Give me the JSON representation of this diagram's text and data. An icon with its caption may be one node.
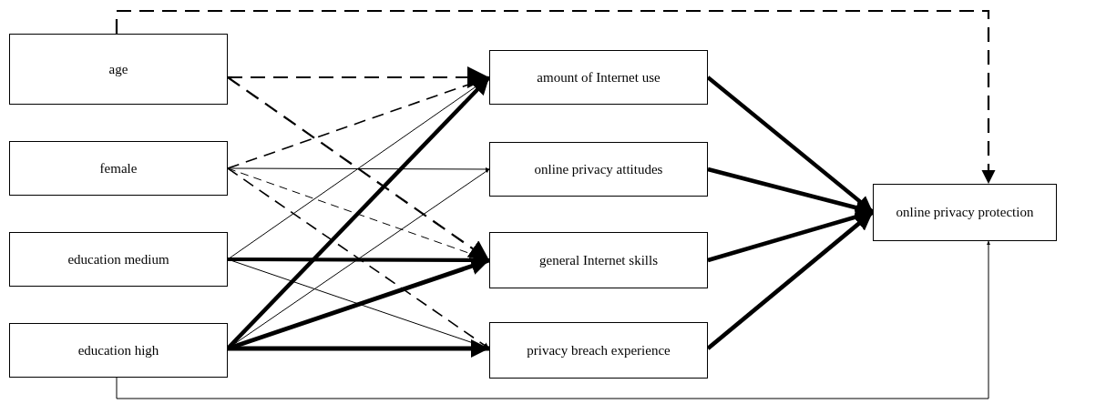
{
  "diagram": {
    "nodes": [
      {
        "text": [
          "age"
        ]
      },
      {
        "text": [
          "female"
        ]
      },
      {
        "text": [
          "education medium"
        ]
      },
      {
        "text": [
          "education high"
        ]
      },
      {
        "text": [
          "amount of Internet use"
        ]
      },
      {
        "text": [
          "online privacy attitudes"
        ]
      },
      {
        "text": [
          "general Internet skills"
        ]
      },
      {
        "text": [
          "privacy breach experience"
        ]
      },
      {
        "text": [
          "online privacy protection"
        ]
      }
    ],
    "edges": [
      {
        "from": 0,
        "to": 4,
        "arrow": "to",
        "style": "dashed"
      },
      {
        "from": 0,
        "to": 6,
        "arrow": "to",
        "style": "dashed"
      },
      {
        "from": 0,
        "to": 8,
        "arrow": "to",
        "style": "dashed"
      },
      {
        "from": 1,
        "to": 4,
        "arrow": "to",
        "style": "dashed"
      },
      {
        "from": 1,
        "to": 5,
        "arrow": "to"
      },
      {
        "from": 1,
        "to": 6,
        "arrow": "to",
        "style": "dashed"
      },
      {
        "from": 1,
        "to": 7,
        "arrow": "to",
        "style": "dashed"
      },
      {
        "from": 2,
        "to": 4,
        "arrow": "to"
      },
      {
        "from": 2,
        "to": 6,
        "arrow": "to",
        "style": "thick"
      },
      {
        "from": 2,
        "to": 7,
        "arrow": "to"
      },
      {
        "from": 3,
        "to": 4,
        "arrow": "to",
        "style": "thick"
      },
      {
        "from": 3,
        "to": 5,
        "arrow": "to"
      },
      {
        "from": 3,
        "to": 6,
        "arrow": "to",
        "style": "thick"
      },
      {
        "from": 3,
        "to": 7,
        "arrow": "to",
        "style": "thick"
      },
      {
        "from": 3,
        "to": 8,
        "arrow": "to"
      },
      {
        "from": 4,
        "to": 8,
        "arrow": "to",
        "style": "thick"
      },
      {
        "from": 5,
        "to": 8,
        "arrow": "to",
        "style": "thick"
      },
      {
        "from": 6,
        "to": 8,
        "arrow": "to",
        "style": "thick"
      },
      {
        "from": 7,
        "to": 8,
        "arrow": "to",
        "style": "thick"
      }
    ]
  }
}
